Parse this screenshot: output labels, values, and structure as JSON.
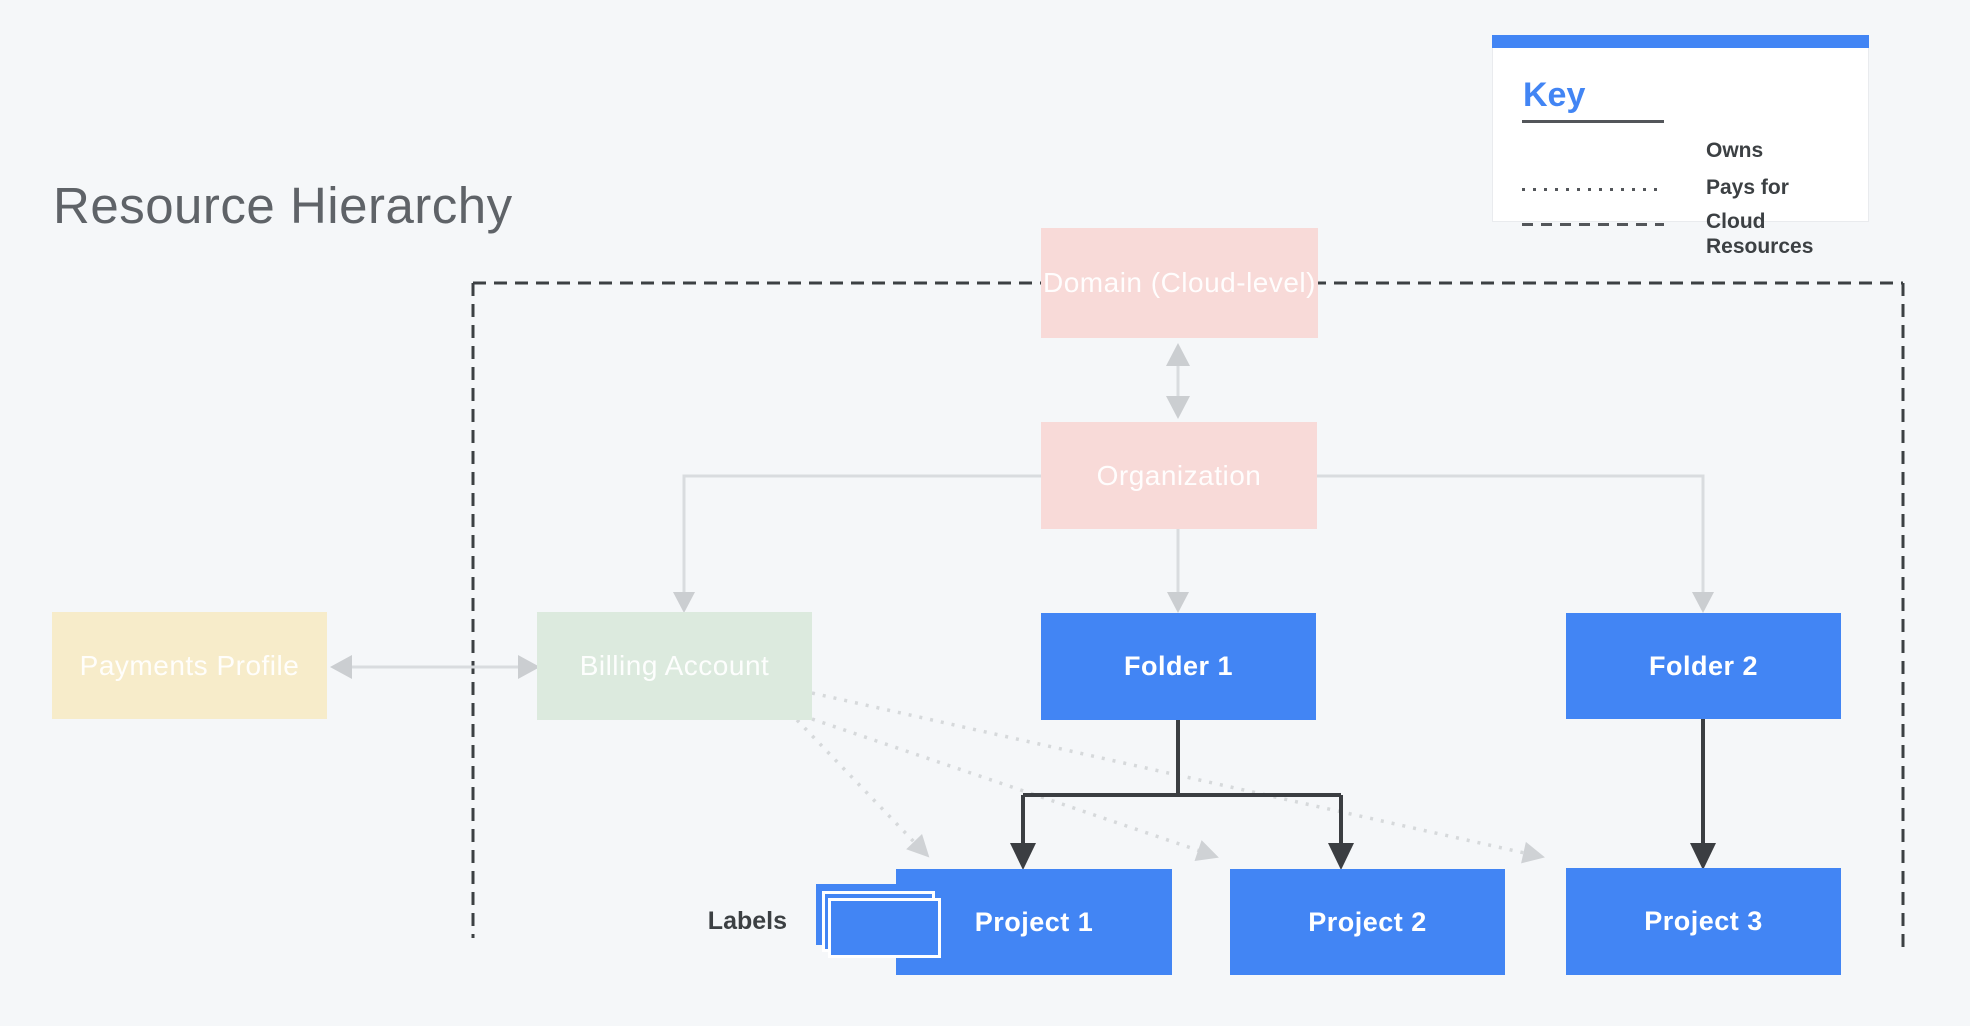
{
  "page": {
    "title": "Resource Hierarchy",
    "labels_caption": "Labels"
  },
  "key": {
    "title": "Key",
    "items": [
      {
        "style": "solid",
        "label": "Owns"
      },
      {
        "style": "dotted",
        "label": "Pays for"
      },
      {
        "style": "dashed",
        "label": "Cloud Resources"
      }
    ]
  },
  "nodes": {
    "domain": {
      "label": "Domain (Cloud-level)"
    },
    "organization": {
      "label": "Organization"
    },
    "payments_profile": {
      "label": "Payments Profile"
    },
    "billing_account": {
      "label": "Billing Account"
    },
    "folder1": {
      "label": "Folder 1"
    },
    "folder2": {
      "label": "Folder 2"
    },
    "project1": {
      "label": "Project 1"
    },
    "project2": {
      "label": "Project 2"
    },
    "project3": {
      "label": "Project 3"
    }
  },
  "colors": {
    "blue": "#4285f4",
    "pink": "#f8dad8",
    "green": "#dceade",
    "cream": "#f7ecca",
    "bg": "#f5f7f9",
    "dark": "#3c4043",
    "grayline": "#d9dcdf",
    "grayhead": "#cbced1",
    "dotline": "#d6d9db",
    "titlegray": "#5f6368",
    "keyline": "#53565a"
  }
}
